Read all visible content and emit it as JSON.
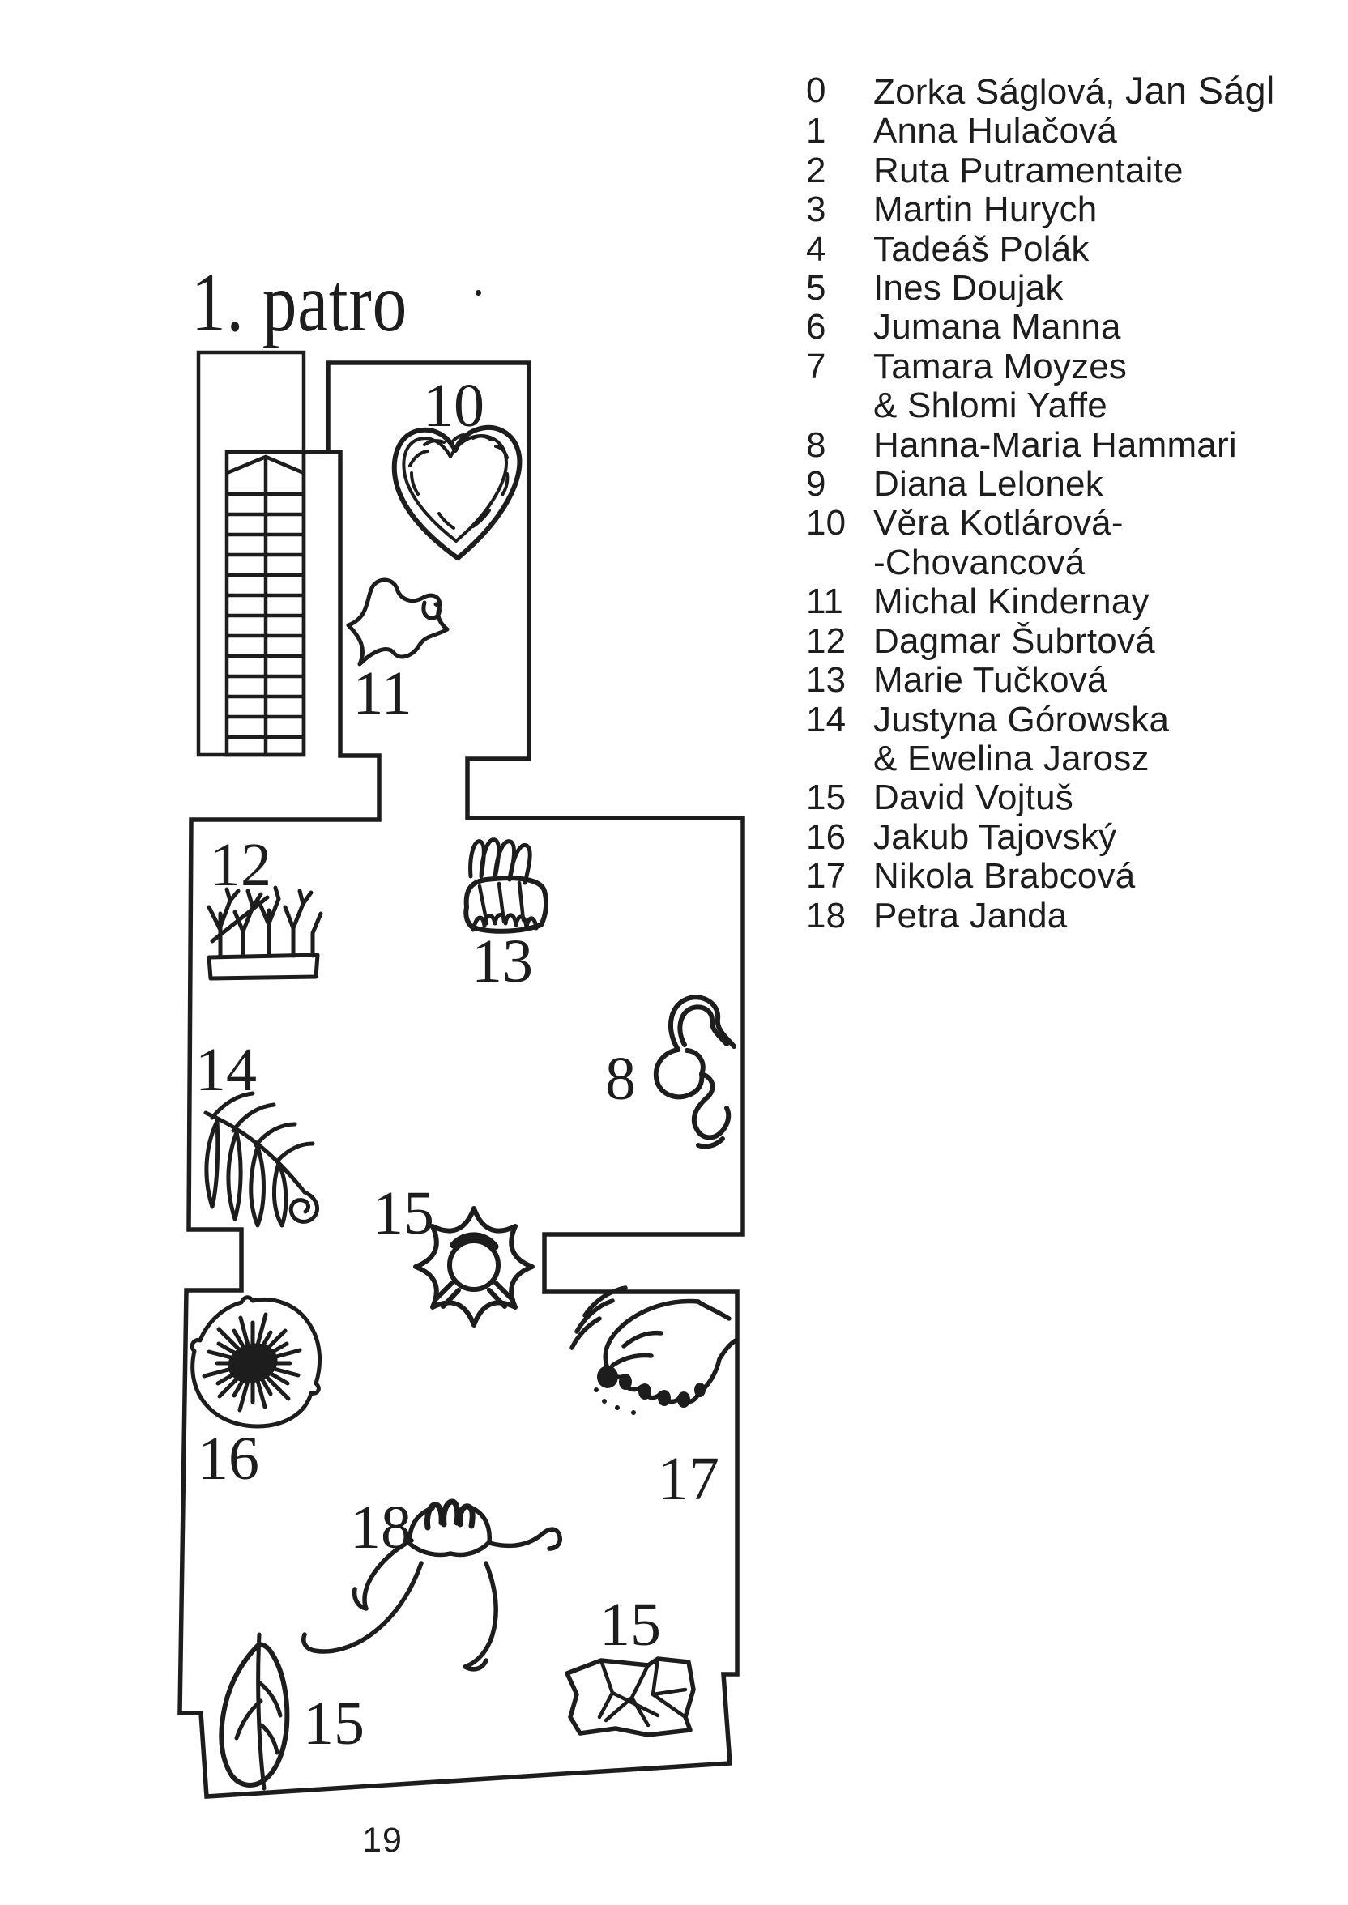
{
  "page": {
    "title": "1. patro",
    "number": "19"
  },
  "colors": {
    "ink": "#1d1d1d",
    "paper": "#ffffff"
  },
  "plan": {
    "labels": {
      "room10": "10",
      "room11": "11",
      "room12": "12",
      "room13": "13",
      "room14": "14",
      "room8": "8",
      "room15_center": "15",
      "room16": "16",
      "room17": "17",
      "room18": "18",
      "room15_left": "15",
      "room15_right": "15"
    }
  },
  "legend": {
    "items": [
      {
        "num": "0",
        "name": "Zorka Ságlová,",
        "name_suffix": "Jan Ságl"
      },
      {
        "num": "1",
        "name": "Anna Hulačová"
      },
      {
        "num": "2",
        "name": "Ruta Putramentaite"
      },
      {
        "num": "3",
        "name": "Martin Hurych"
      },
      {
        "num": "4",
        "name": "Tadeáš Polák"
      },
      {
        "num": "5",
        "name": "Ines Doujak"
      },
      {
        "num": "6",
        "name": "Jumana Manna"
      },
      {
        "num": "7",
        "name": "Tamara Moyzes",
        "line2": "& Shlomi Yaffe"
      },
      {
        "num": "8",
        "name": "Hanna-Maria Hammari"
      },
      {
        "num": "9",
        "name": "Diana Lelonek"
      },
      {
        "num": "10",
        "name": "Věra Kotlárová-",
        "line2": "-Chovancová"
      },
      {
        "num": "11",
        "name": "Michal Kindernay"
      },
      {
        "num": "12",
        "name": "Dagmar Šubrtová"
      },
      {
        "num": "13",
        "name": "Marie Tučková"
      },
      {
        "num": "14",
        "name": "Justyna Górowska",
        "line2": "& Ewelina Jarosz"
      },
      {
        "num": "15",
        "name": "David Vojtuš"
      },
      {
        "num": "16",
        "name": "Jakub Tajovský"
      },
      {
        "num": "17",
        "name": "Nikola Brabcová"
      },
      {
        "num": "18",
        "name": "Petra Janda"
      }
    ]
  }
}
